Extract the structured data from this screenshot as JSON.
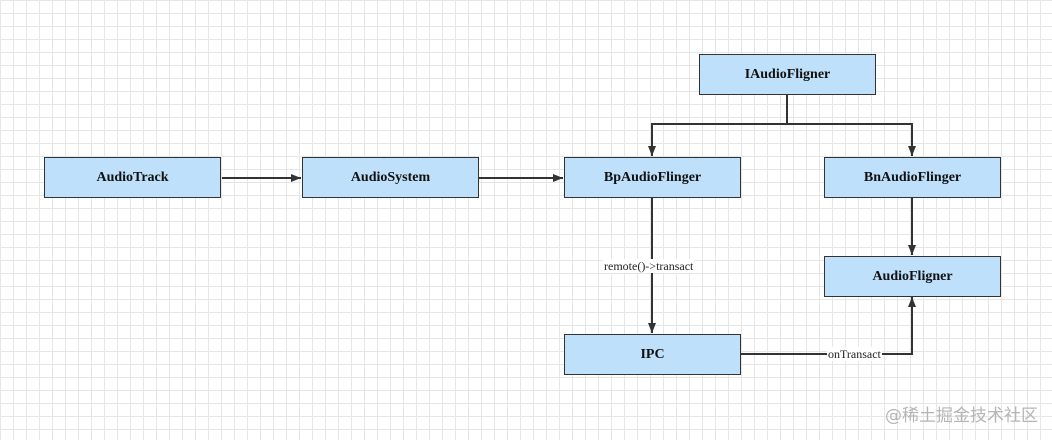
{
  "nodes": {
    "audio_track": "AudioTrack",
    "audio_system": "AudioSystem",
    "bp_audio_flinger": "BpAudioFlinger",
    "i_audio_flinger": "IAudioFligner",
    "bn_audio_flinger": "BnAudioFlinger",
    "audio_fligner": "AudioFligner",
    "ipc": "IPC"
  },
  "edges": {
    "remote_transact": "remote()->transact",
    "on_transact": "onTransact"
  },
  "watermark": "@稀土掘金技术社区",
  "colors": {
    "node_fill": "#bfe0fa",
    "node_border": "#333333",
    "edge": "#333333"
  }
}
